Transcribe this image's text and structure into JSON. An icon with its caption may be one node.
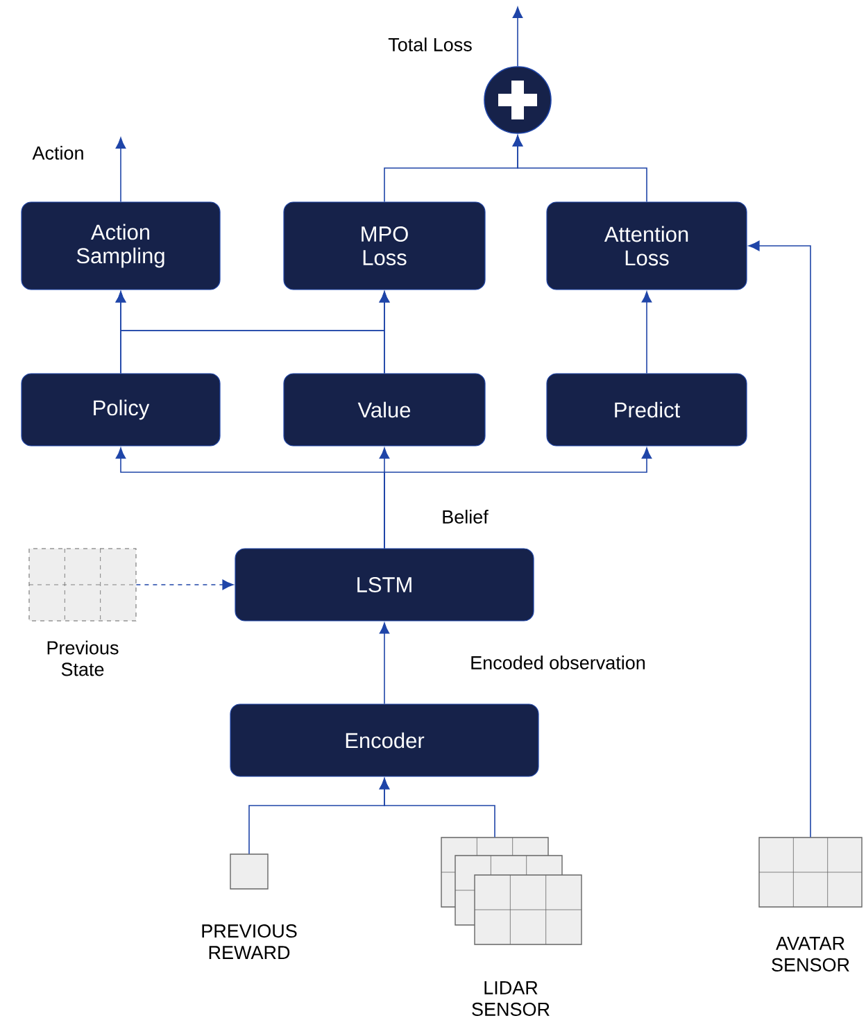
{
  "diagram": {
    "nodes": [
      {
        "text": [
          "Action Sampling"
        ]
      },
      {
        "text": [
          "MPO Loss"
        ]
      },
      {
        "text": [
          "Attention Loss"
        ]
      },
      {
        "text": [
          "Policy"
        ]
      },
      {
        "text": [
          "Value"
        ]
      },
      {
        "text": [
          "Predict"
        ]
      },
      {
        "text": [
          "LSTM"
        ]
      },
      {
        "text": [
          "Encoder"
        ]
      },
      {
        "text": [],
        "shape": "circle"
      },
      {
        "text": [
          "Previous State"
        ]
      },
      {
        "text": [
          "PREVIOUS REWARD"
        ]
      },
      {
        "text": [
          "LIDAR SENSOR"
        ]
      },
      {
        "text": [
          "AVATAR SENSOR"
        ]
      }
    ],
    "edges": [
      {
        "from": 0,
        "to": null,
        "arrow": "to",
        "label": "Action"
      },
      {
        "from": 8,
        "to": null,
        "arrow": "to",
        "label": "Total Loss"
      },
      {
        "from": 1,
        "to": 8,
        "arrow": "to"
      },
      {
        "from": 2,
        "to": 8,
        "arrow": "to"
      },
      {
        "from": 3,
        "to": 0,
        "arrow": "to"
      },
      {
        "from": 3,
        "to": 1,
        "arrow": "to"
      },
      {
        "from": 4,
        "to": 1,
        "arrow": "to"
      },
      {
        "from": 4,
        "to": 0,
        "arrow": "to"
      },
      {
        "from": 5,
        "to": 2,
        "arrow": "to"
      },
      {
        "from": 6,
        "to": 3,
        "arrow": "to"
      },
      {
        "from": 6,
        "to": 4,
        "arrow": "to",
        "label": "Belief"
      },
      {
        "from": 6,
        "to": 5,
        "arrow": "to"
      },
      {
        "from": 9,
        "to": 6,
        "arrow": "to",
        "style": "dashed"
      },
      {
        "from": 7,
        "to": 6,
        "arrow": "to",
        "label": "Encoded observation"
      },
      {
        "from": 10,
        "to": 7,
        "arrow": "to"
      },
      {
        "from": 11,
        "to": 7,
        "arrow": "to"
      },
      {
        "from": 12,
        "to": 2,
        "arrow": "to"
      }
    ]
  }
}
